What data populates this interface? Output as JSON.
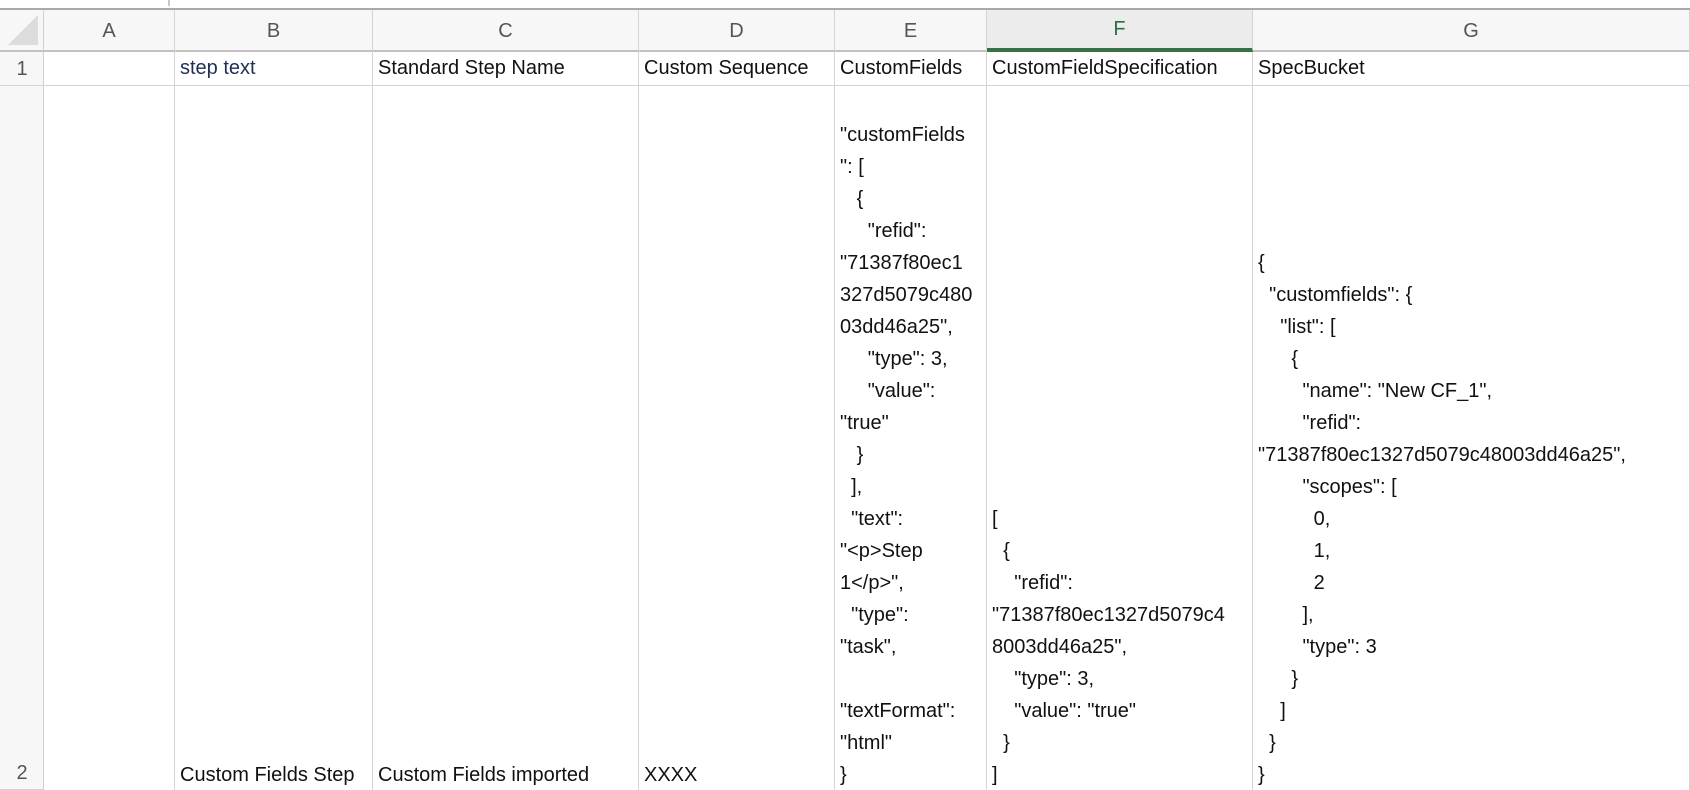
{
  "spreadsheet": {
    "selected_column": "F",
    "accent_color": "#3a7048",
    "columns": [
      {
        "letter": "A"
      },
      {
        "letter": "B"
      },
      {
        "letter": "C"
      },
      {
        "letter": "D"
      },
      {
        "letter": "E"
      },
      {
        "letter": "F"
      },
      {
        "letter": "G"
      }
    ],
    "rows": [
      {
        "number": "1"
      },
      {
        "number": "2"
      }
    ],
    "row1": {
      "A": "",
      "B": "step text",
      "C": "Standard Step Name",
      "D": "Custom Sequence",
      "E": "CustomFields",
      "F": "CustomFieldSpecification",
      "G": "SpecBucket"
    },
    "row2": {
      "A": "",
      "B": "Custom Fields Step",
      "C": "Custom Fields imported",
      "D": "XXXX",
      "E": "\"customFields\n\": [\n   {\n     \"refid\":\n\"71387f80ec1\n327d5079c480\n03dd46a25\",\n     \"type\": 3,\n     \"value\":\n\"true\"\n   }\n  ],\n  \"text\":\n\"<p>Step\n1</p>\",\n  \"type\":\n\"task\",\n\n\"textFormat\":\n\"html\"\n}",
      "F": "[\n  {\n    \"refid\":\n\"71387f80ec1327d5079c4\n8003dd46a25\",\n    \"type\": 3,\n    \"value\": \"true\"\n  }\n]",
      "G": "{\n  \"customfields\": {\n    \"list\": [\n      {\n        \"name\": \"New CF_1\",\n        \"refid\":\n\"71387f80ec1327d5079c48003dd46a25\",\n        \"scopes\": [\n          0,\n          1,\n          2\n        ],\n        \"type\": 3\n      }\n    ]\n  }\n}"
    }
  }
}
